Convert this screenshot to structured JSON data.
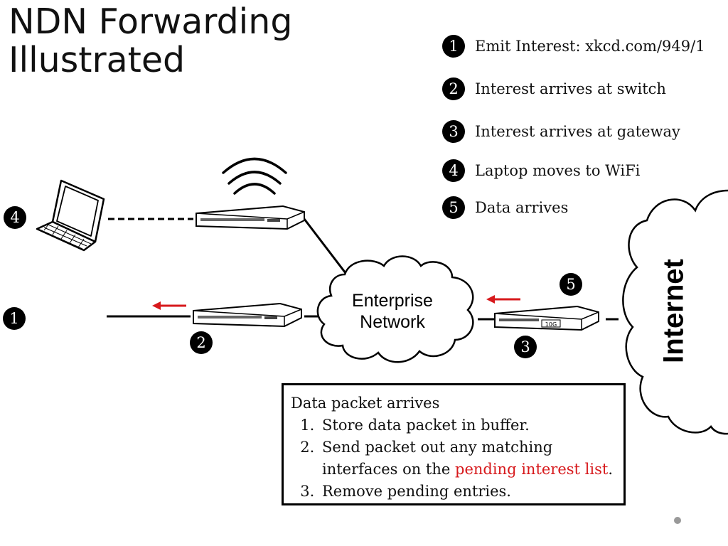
{
  "title": "NDN Forwarding Illustrated",
  "steps": [
    {
      "num": "1",
      "text": "Emit Interest: xkcd.com/949/1"
    },
    {
      "num": "2",
      "text": "Interest arrives at switch"
    },
    {
      "num": "3",
      "text": "Interest arrives at gateway"
    },
    {
      "num": "4",
      "text": "Laptop moves to WiFi"
    },
    {
      "num": "5",
      "text": "Data arrives"
    }
  ],
  "diagram": {
    "node_badges": [
      "4",
      "1",
      "2",
      "5",
      "3"
    ],
    "enterprise_cloud": {
      "line1": "Enterprise",
      "line2": "Network"
    },
    "internet_cloud": "Internet",
    "gateway_port_label": "10G",
    "arrow_color": "#d7191c"
  },
  "infobox": {
    "heading": "Data packet arrives",
    "items": [
      {
        "num": "1.",
        "text": "Store data packet in buffer."
      },
      {
        "num": "2.",
        "text_before": "Send packet out any matching interfaces on the ",
        "highlight": "pending interest list",
        "text_after": "."
      },
      {
        "num": "3.",
        "text": "Remove pending entries."
      }
    ],
    "highlight_color": "#d7191c"
  }
}
